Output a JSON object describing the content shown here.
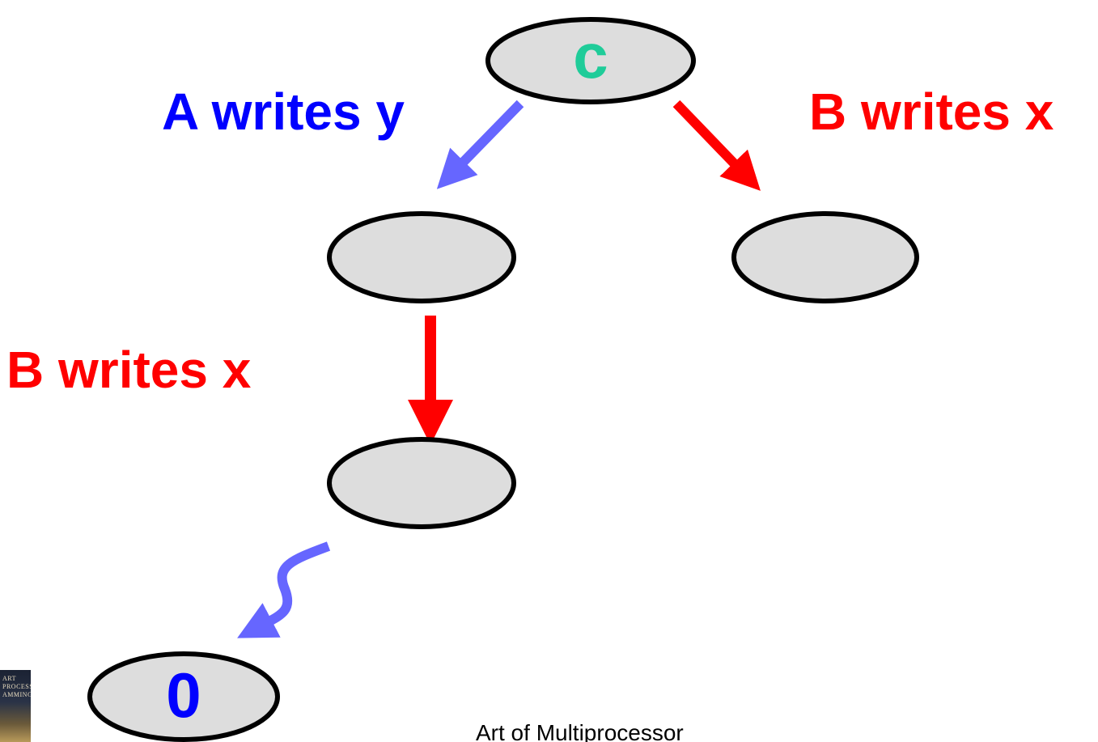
{
  "nodes": {
    "root": {
      "label": "c",
      "color": "#1fcc99"
    },
    "left": {
      "label": ""
    },
    "right": {
      "label": ""
    },
    "middle": {
      "label": ""
    },
    "leaf": {
      "label": "0",
      "color": "#0000ff"
    }
  },
  "edges": {
    "root_to_left": {
      "label": "A writes y",
      "color": "#0000ff",
      "arrow_color": "#6666ff"
    },
    "root_to_right": {
      "label": "B writes x",
      "color": "#ff0000",
      "arrow_color": "#ff0000"
    },
    "left_to_middle": {
      "label": "B writes x",
      "color": "#ff0000",
      "arrow_color": "#ff0000"
    },
    "middle_to_leaf": {
      "label": "",
      "arrow_color": "#6666ff"
    }
  },
  "node_fill": "#dddddd",
  "node_stroke": "#000000",
  "book_cover_lettering": [
    "ART",
    "PROCESSOR",
    "AMMING"
  ],
  "footer": {
    "text": "Art of Multiprocessor"
  }
}
